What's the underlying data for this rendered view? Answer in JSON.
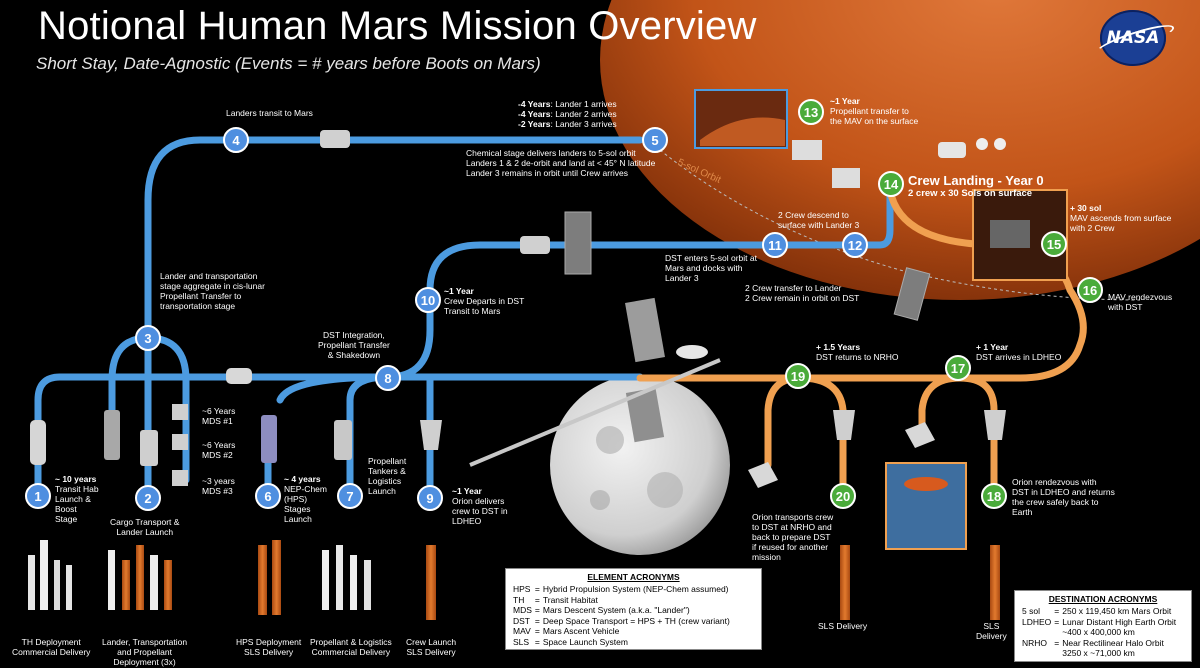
{
  "header": {
    "title": "Notional Human Mars Mission Overview",
    "subtitle": "Short Stay, Date-Agnostic (Events = # years before Boots on Mars)",
    "logo_text": "NASA"
  },
  "colors": {
    "earth_path": "#4c9be0",
    "mars_path": "#f0a050",
    "node_blue": "#4f8fe0",
    "node_green": "#4aab3a",
    "mars_surface": "#c45a1c"
  },
  "steps": [
    {
      "n": "1"
    },
    {
      "n": "2"
    },
    {
      "n": "3"
    },
    {
      "n": "4"
    },
    {
      "n": "5"
    },
    {
      "n": "6"
    },
    {
      "n": "7"
    },
    {
      "n": "8"
    },
    {
      "n": "9"
    },
    {
      "n": "10"
    },
    {
      "n": "11"
    },
    {
      "n": "12"
    },
    {
      "n": "13"
    },
    {
      "n": "14"
    },
    {
      "n": "15"
    },
    {
      "n": "16"
    },
    {
      "n": "17"
    },
    {
      "n": "18"
    },
    {
      "n": "19"
    },
    {
      "n": "20"
    }
  ],
  "labels": {
    "s1_years": "~ 10 years",
    "s1_text": "Transit Hab\nLaunch &\nBoost\nStage",
    "s2_text": "Cargo Transport &\nLander Launch",
    "s3_text": "Lander and transportation\nstage aggregate in cis-lunar\nPropellant Transfer to\ntransportation stage",
    "s4_text": "Landers transit to Mars",
    "s5_y1": "-4 Years",
    "s5_t1": ": Lander 1 arrives",
    "s5_y2": "-4 Years",
    "s5_t2": ": Lander 2 arrives",
    "s5_y3": "-2 Years",
    "s5_t3": ": Lander 3 arrives",
    "s5_text": "Chemical stage delivers landers to 5-sol orbit\nLanders 1 & 2 de-orbit and land at < 45° N latitude\nLander 3 remains in orbit until Crew arrives",
    "mds1": "~6 Years\nMDS #1",
    "mds2": "~6 Years\nMDS #2",
    "mds3": "~3 years\nMDS #3",
    "s6_years": "~ 4 years",
    "s6_text": "NEP-Chem\n(HPS)\nStages\nLaunch",
    "s7_text": "Propellant\nTankers &\nLogistics\nLaunch",
    "s8_text": "DST Integration,\nPropellant Transfer\n& Shakedown",
    "s9_years": "~1 Year",
    "s9_text": "Orion delivers\ncrew to DST in\nLDHEO",
    "s10_years": "~1 Year",
    "s10_text": "Crew Departs in DST\nTransit to Mars",
    "s11_text": "DST enters 5-sol orbit at\nMars and docks with\nLander 3",
    "s12_text": "2 Crew descend to\nsurface with Lander 3",
    "s13_years": "~1 Year",
    "s13_text": "Propellant transfer to\nthe MAV on the surface",
    "s14_title": "Crew Landing - Year 0",
    "s14_text": "2 crew x 30 Sols on surface",
    "s15_years": "+ 30 sol",
    "s15_text": "MAV ascends from surface\nwith 2 Crew",
    "s16_text": "MAV rendezvous\nwith DST",
    "crew_transfer": "2 Crew transfer to Lander\n2 Crew remain in orbit on DST",
    "s17_years": "+ 1 Year",
    "s17_text": "DST arrives in  LDHEO",
    "s18_text": "Orion rendezvous with\nDST in LDHEO and returns\nthe crew safely back to\nEarth",
    "s19_years": "+ 1.5 Years",
    "s19_text": "DST returns to NRHO",
    "s20_text": "Orion transports crew\nto DST at  NRHO and\nback to prepare DST\nif reused for another\nmission",
    "sol_orbit": "5-sol Orbit"
  },
  "bottom_labels": [
    "TH Deployment\nCommercial Delivery",
    "Lander, Transportation\nand Propellant\nDeployment (3x)",
    "HPS Deployment\nSLS Delivery",
    "Propellant & Logistics\nCommercial Delivery",
    "Crew Launch\nSLS Delivery",
    "SLS Delivery",
    "SLS\nDelivery"
  ],
  "element_acronyms": {
    "title": "ELEMENT ACRONYMS",
    "rows": [
      {
        "abbr": "HPS",
        "eq": "=",
        "desc": "Hybrid  Propulsion  System (NEP-Chem assumed)"
      },
      {
        "abbr": "TH",
        "eq": "=",
        "desc": "Transit Habitat"
      },
      {
        "abbr": "MDS",
        "eq": "=",
        "desc": "Mars Descent System (a.k.a. \"Lander\")"
      },
      {
        "abbr": "DST",
        "eq": "=",
        "desc": "Deep Space Transport = HPS + TH (crew variant)"
      },
      {
        "abbr": "MAV",
        "eq": "=",
        "desc": "Mars Ascent Vehicle"
      },
      {
        "abbr": "SLS",
        "eq": "=",
        "desc": "Space Launch System"
      }
    ]
  },
  "destination_acronyms": {
    "title": "DESTINATION ACRONYMS",
    "rows": [
      {
        "abbr": "5 sol",
        "eq": "=",
        "desc": "250 x 119,450 km Mars Orbit"
      },
      {
        "abbr": "LDHEO",
        "eq": "=",
        "desc": "Lunar Distant High Earth Orbit"
      },
      {
        "abbr": "",
        "eq": "",
        "desc": "~400 x 400,000 km"
      },
      {
        "abbr": "NRHO",
        "eq": "=",
        "desc": "Near Rectilinear Halo Orbit"
      },
      {
        "abbr": "",
        "eq": "",
        "desc": "3250 x ~71,000 km"
      }
    ]
  }
}
